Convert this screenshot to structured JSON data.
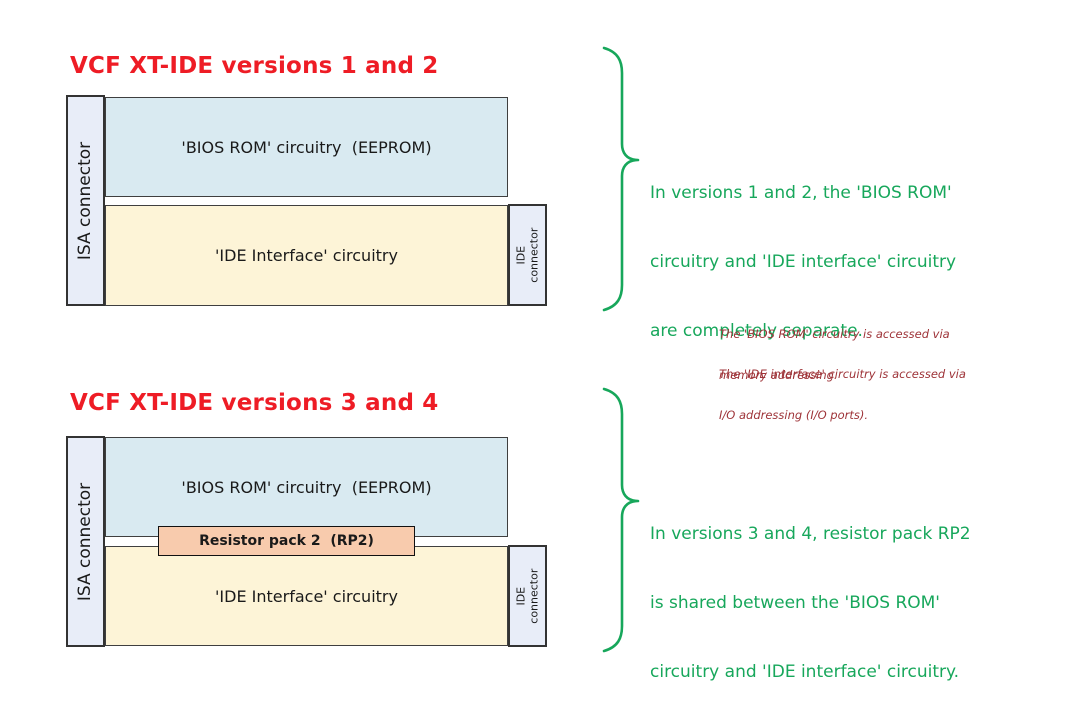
{
  "colors": {
    "red": "#EE1C25",
    "green": "#17A75B",
    "maroon": "#9E3338",
    "bios-fill": "#D9EAF1",
    "ide-fill": "#FDF4D7",
    "connector-fill": "#E8EDF8",
    "resistor-fill": "#F8CBAD",
    "border": "#3F3F3F",
    "text": "#1A1A1A"
  },
  "diagrams": [
    {
      "title": "VCF XT-IDE versions 1 and 2",
      "isa_connector": "ISA connector",
      "bios_box": "'BIOS ROM' circuitry  (EEPROM)",
      "ide_box": "'IDE Interface' circuitry",
      "ide_connector": "IDE connector",
      "annotation_lines": [
        "In versions 1 and 2, the 'BIOS ROM'",
        "circuitry and 'IDE interface' circuitry",
        "are completely separate."
      ]
    },
    {
      "title": "VCF XT-IDE versions 3 and 4",
      "isa_connector": "ISA connector",
      "bios_box": "'BIOS ROM' circuitry  (EEPROM)",
      "resistor_box": "Resistor pack 2  (RP2)",
      "ide_box": "'IDE Interface' circuitry",
      "ide_connector": "IDE connector",
      "annotation_lines": [
        "In versions 3 and 4, resistor pack RP2",
        "is shared between the 'BIOS ROM'",
        "circuitry and 'IDE interface' circuitry."
      ]
    }
  ],
  "notes": [
    {
      "lines": [
        "The 'BIOS ROM' circuitry is accessed via",
        "memory addressing."
      ]
    },
    {
      "lines": [
        "The 'IDE interface' circuitry is accessed via",
        "I/O addressing (I/O ports)."
      ]
    }
  ]
}
